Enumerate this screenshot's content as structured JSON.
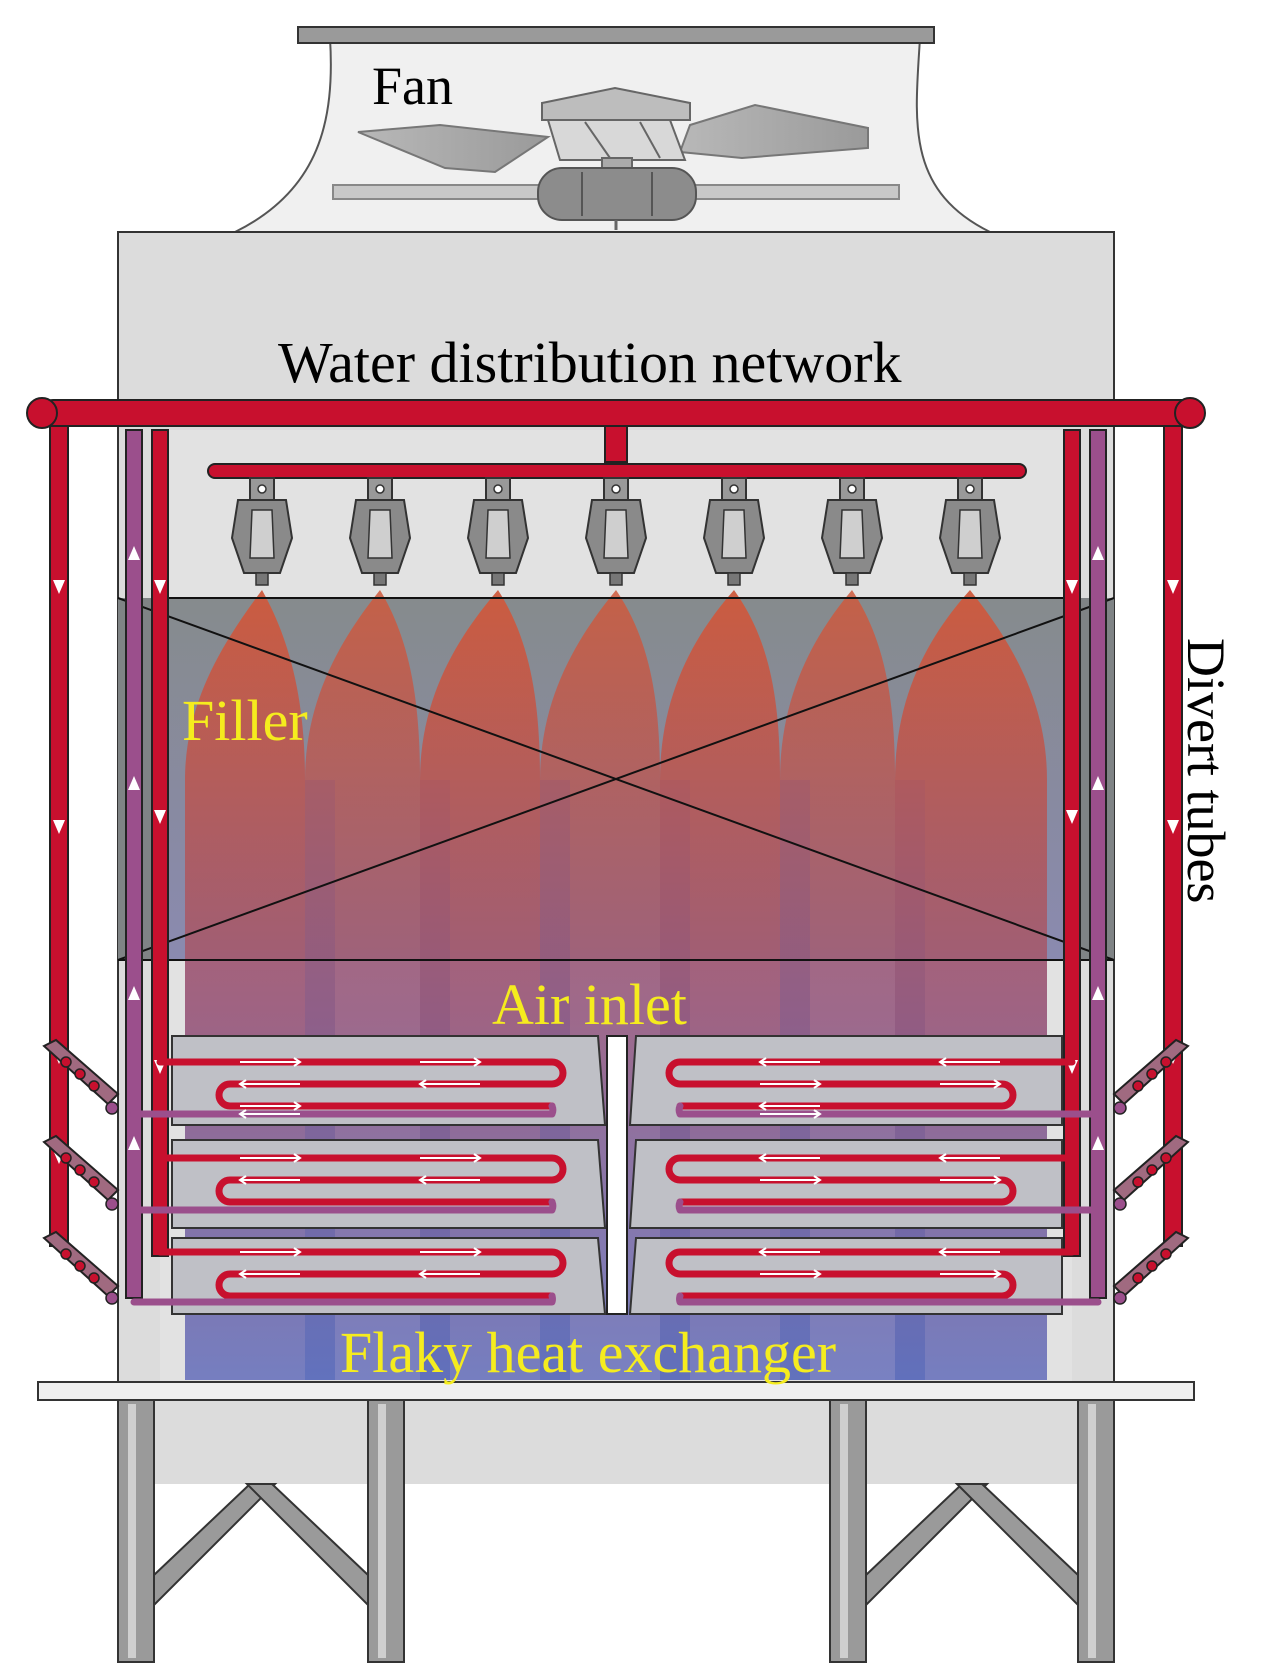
{
  "labels": {
    "fan": "Fan",
    "water_distribution": "Water distribution network",
    "filler": "Filler",
    "divert_tubes": "Divert tubes",
    "air_inlet": "Air inlet",
    "heat_exchanger": "Flaky heat exchanger"
  },
  "colors": {
    "hot_pipe": "#c8102e",
    "cold_pipe": "#9b4f8c",
    "housing": "#dcdcdc",
    "filler": "#8c9092",
    "water_spray": "#c0604a",
    "air_flow": "#4a6fc0",
    "label_yellow": "#f5ec1e"
  },
  "nozzle_count": 7,
  "exchanger_rows": 3
}
